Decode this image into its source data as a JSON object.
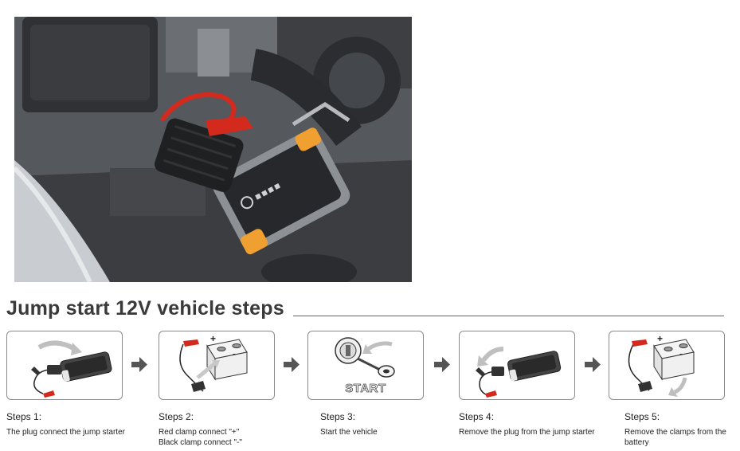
{
  "section": {
    "title": "Jump start 12V vehicle steps"
  },
  "steps": [
    {
      "title": "Steps 1:",
      "desc": [
        "The plug connect the jump starter"
      ]
    },
    {
      "title": "Steps 2:",
      "desc": [
        "Red clamp connect \"+\"",
        "Black clamp connect \"-\""
      ]
    },
    {
      "title": "Steps 3:",
      "desc": [
        "Start the vehicle"
      ]
    },
    {
      "title": "Steps 4:",
      "desc": [
        "Remove the plug from the jump starter"
      ]
    },
    {
      "title": "Steps 5:",
      "desc": [
        "Remove the clamps from the",
        "battery"
      ]
    }
  ],
  "icons": {
    "start_label": "START",
    "plus_sign": "+",
    "minus_sign": "-",
    "arrow": "next-step-arrow-icon"
  },
  "colors": {
    "title_text": "#3a3a3a",
    "device_orange": "#f0a030",
    "device_grey": "#8d9196",
    "clamp_red": "#d42a1e",
    "arrow_grey": "#555555"
  }
}
